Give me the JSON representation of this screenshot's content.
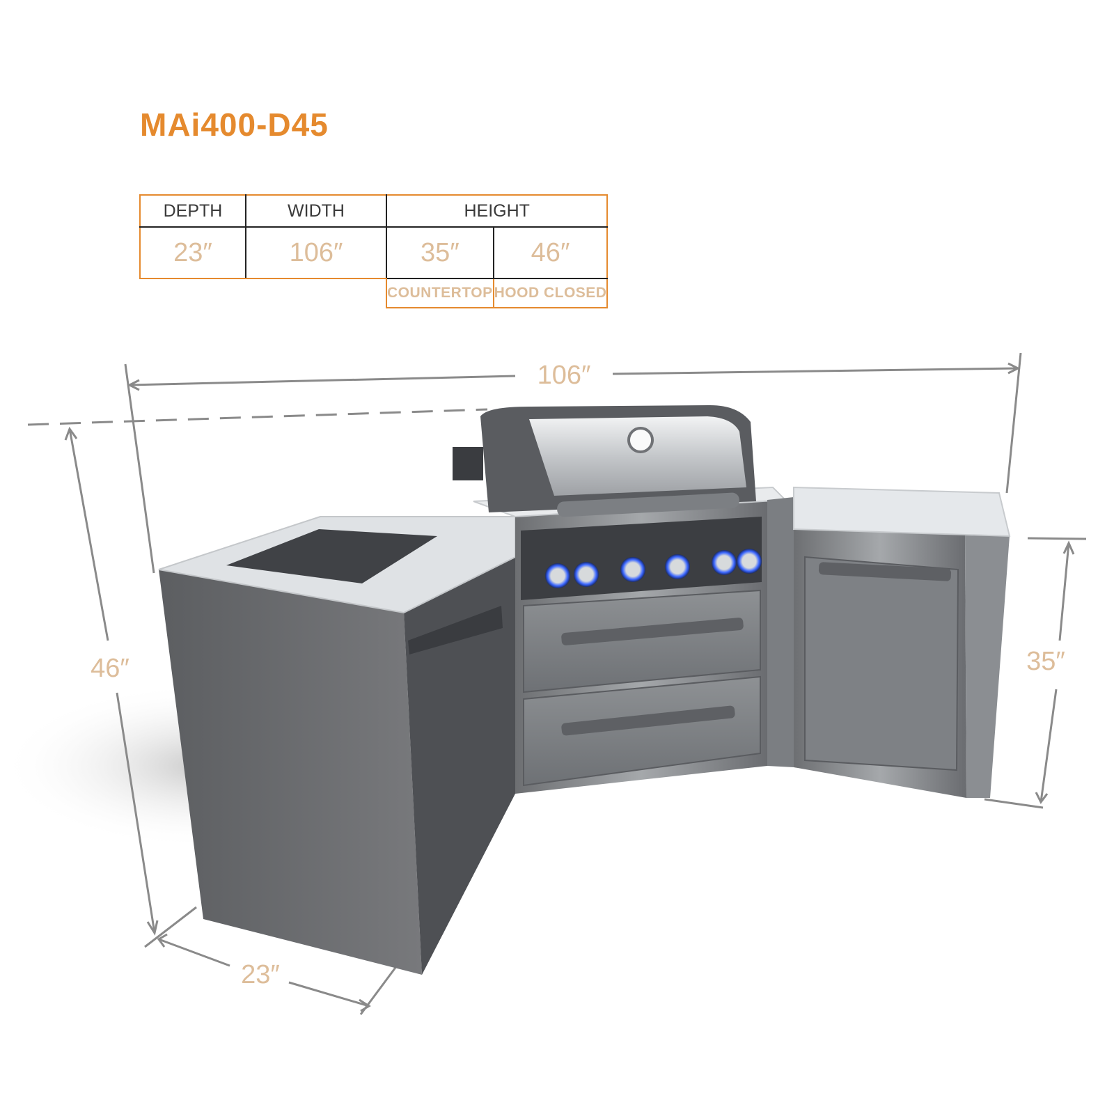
{
  "title": "MAi400-D45",
  "colors": {
    "accent": "#e58a2e",
    "value": "#ddbd9a",
    "line": "#8a8a8a",
    "table_inner": "#222222"
  },
  "table": {
    "headers": {
      "depth": "DEPTH",
      "width": "WIDTH",
      "height": "HEIGHT"
    },
    "values": {
      "depth": "23″",
      "width": "106″",
      "countertop": "35″",
      "hood_closed": "46″"
    },
    "sublabels": {
      "countertop": "COUNTERTOP",
      "hood_closed": "HOOD CLOSED"
    }
  },
  "dimensions": {
    "width": "106″",
    "height_hood": "46″",
    "height_counter": "35″",
    "depth": "23″"
  }
}
